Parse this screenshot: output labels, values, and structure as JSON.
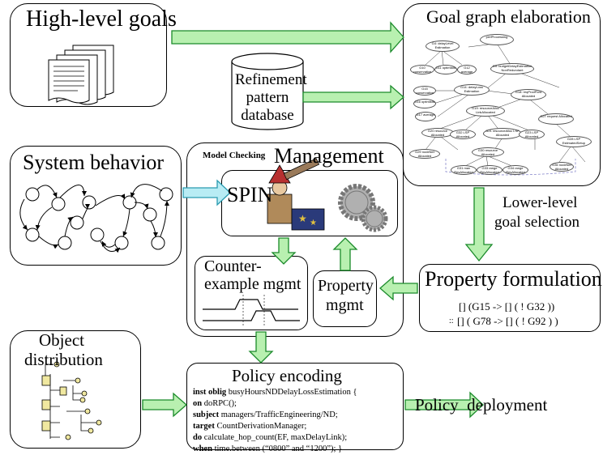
{
  "high_level_goals": {
    "title": "High-level goals"
  },
  "refinement_db": {
    "line1": "Refinement",
    "line2": "pattern",
    "line3": "database"
  },
  "goal_graph": {
    "title": "Goal graph elaboration",
    "nodes": [
      "G4: delayLevel Estimation",
      "perfProcessing",
      "G10 conservative",
      "G11 optimistic",
      "G12 average",
      "G9: budgetDelayEstimation NonRedundant",
      "G15 conservative",
      "G14: delayLoss Estimation",
      "G16 optimistic",
      "G17 average",
      "G18: reqProdFlow Allocated",
      "G19: resourceAlloc LinkAllocated",
      "G20 resource Allocated",
      "G21 resourceAlloc LSP Allocated",
      "G27 request Allocated",
      "G32 LSP Allocated",
      "G23 LSP Allocated",
      "G28 LSP EstimatedSetup",
      "G29 nodeNet Allocated",
      "G30 resource Allocated",
      "G31 max ResAllocated",
      "G33 range ResAllocated",
      "G34 range ResAllocated",
      "G35 nodeNet Allocated"
    ],
    "lower_level_1": "Lower-level",
    "lower_level_2": "goal selection"
  },
  "system_behavior": {
    "title": "System behavior"
  },
  "management": {
    "model_checking": "Model Checking",
    "title": "Management",
    "spin": "SPIN",
    "counter_1": "Counter-",
    "counter_2": "example mgmt",
    "property_1": "Property",
    "property_2": "mgmt"
  },
  "property_formulation": {
    "title": "Property formulation",
    "formula1": "[] (G15 -> [] ( ! G32 ))",
    "formula2": "[] ( G78 -> [] ( ! G92 ) )",
    "formula2_prefix": "::"
  },
  "object_distribution": {
    "line1": "Object",
    "line2": "distribution"
  },
  "policy_encoding": {
    "title": "Policy encoding",
    "l1_kw": "inst oblig",
    "l1_rest": " busyHoursNDDelayLossEstimation {",
    "l2_kw": "on",
    "l2_rest": " doRPC();",
    "l3_kw": "subject",
    "l3_rest": " managers/TrafficEngineering/ND;",
    "l4_kw": "target",
    "l4_rest": " CountDerivationManager;",
    "l5_kw": "do",
    "l5_rest": " calculate_hop_count(EF, maxDelayLink);",
    "l6_kw": "when",
    "l6_rest": " time.between (“0800” and “1200”); }"
  },
  "policy_deployment": {
    "label": "Policy  deployment"
  },
  "colors": {
    "arrow_fill": "#b8f0b0",
    "arrow_stroke": "#1a8a2a",
    "cyan_fill": "#b8ecf4",
    "cyan_stroke": "#2a9bb0"
  }
}
